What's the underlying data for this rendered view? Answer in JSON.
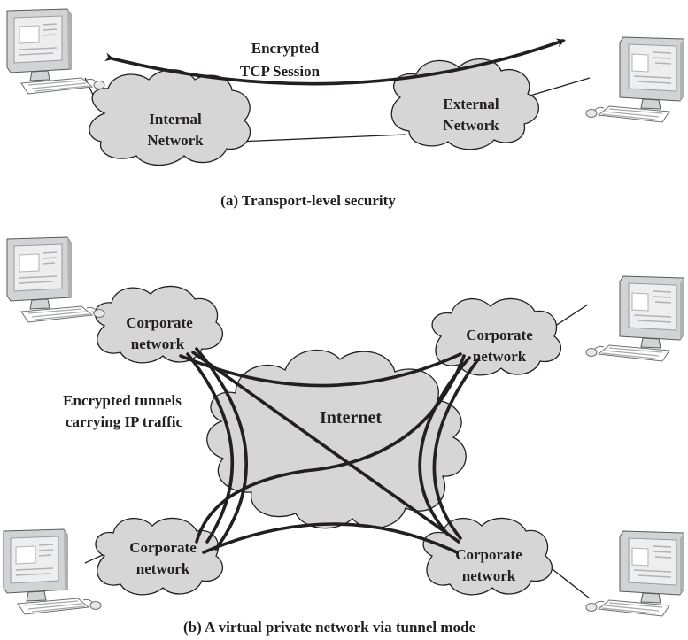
{
  "panel_a": {
    "caption": "(a) Transport-level security",
    "session_label_line1": "Encrypted",
    "session_label_line2": "TCP Session",
    "internal_cloud_line1": "Internal",
    "internal_cloud_line2": "Network",
    "external_cloud_line1": "External",
    "external_cloud_line2": "Network"
  },
  "panel_b": {
    "caption": "(b) A virtual private network via tunnel mode",
    "tunnels_label_line1": "Encrypted tunnels",
    "tunnels_label_line2": "carrying IP traffic",
    "internet_label": "Internet",
    "corp_top_left_line1": "Corporate",
    "corp_top_left_line2": "network",
    "corp_top_right_line1": "Corporate",
    "corp_top_right_line2": "network",
    "corp_bottom_left_line1": "Corporate",
    "corp_bottom_left_line2": "network",
    "corp_bottom_right_line1": "Corporate",
    "corp_bottom_right_line2": "network"
  },
  "icons": {
    "workstation": "desktop-computer-icon",
    "network": "cloud-icon",
    "session_arrow": "double-headed-arrow-icon"
  },
  "colors": {
    "cloud_fill": "#d6d6d7",
    "line": "#231f20",
    "monitor_body": "#d2d3d5"
  }
}
